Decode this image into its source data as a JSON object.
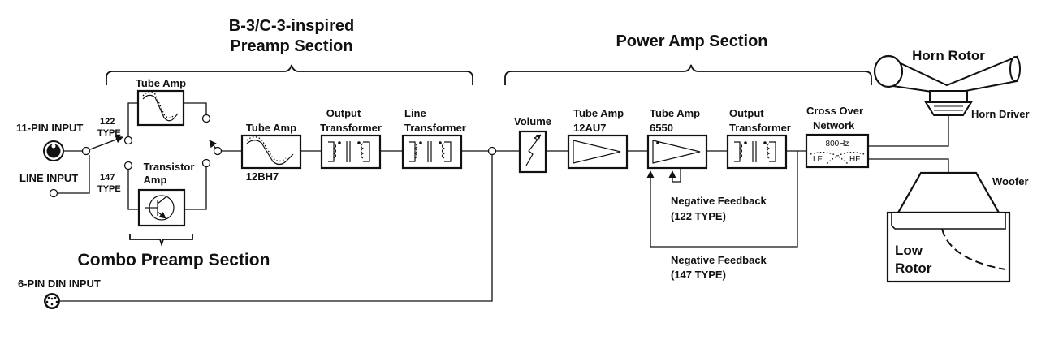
{
  "sections": {
    "preamp_line1": "B-3/C-3-inspired",
    "preamp_line2": "Preamp Section",
    "combo": "Combo Preamp Section",
    "power": "Power Amp Section"
  },
  "inputs": {
    "eleven_pin": "11-PIN INPUT",
    "line": "LINE INPUT",
    "din": "6-PIN DIN INPUT"
  },
  "types": {
    "t122_num": "122",
    "t147_num": "147",
    "type_word": "TYPE"
  },
  "blocks": {
    "tube_amp": "Tube Amp",
    "transistor_line1": "Transistor",
    "transistor_line2": "Amp",
    "tube_12bh7_label": "Tube Amp",
    "tube_12bh7_model": "12BH7",
    "output_tx1_line1": "Output",
    "output_tx1_line2": "Transformer",
    "line_tx_line1": "Line",
    "line_tx_line2": "Transformer",
    "volume": "Volume",
    "tube_12au7_label": "Tube Amp",
    "tube_12au7_model": "12AU7",
    "tube_6550_label": "Tube Amp",
    "tube_6550_model": "6550",
    "output_tx2_line1": "Output",
    "output_tx2_line2": "Transformer",
    "crossover_line1": "Cross Over",
    "crossover_line2": "Network",
    "crossover_freq": "800Hz",
    "crossover_lf": "LF",
    "crossover_hf": "HF"
  },
  "feedback": {
    "nf122_line1": "Negative Feedback",
    "nf122_line2": "(122 TYPE)",
    "nf147_line1": "Negative Feedback",
    "nf147_line2": "(147 TYPE)"
  },
  "speakers": {
    "horn_rotor": "Horn Rotor",
    "horn_driver": "Horn Driver",
    "woofer": "Woofer",
    "low_rotor_line1": "Low",
    "low_rotor_line2": "Rotor"
  }
}
